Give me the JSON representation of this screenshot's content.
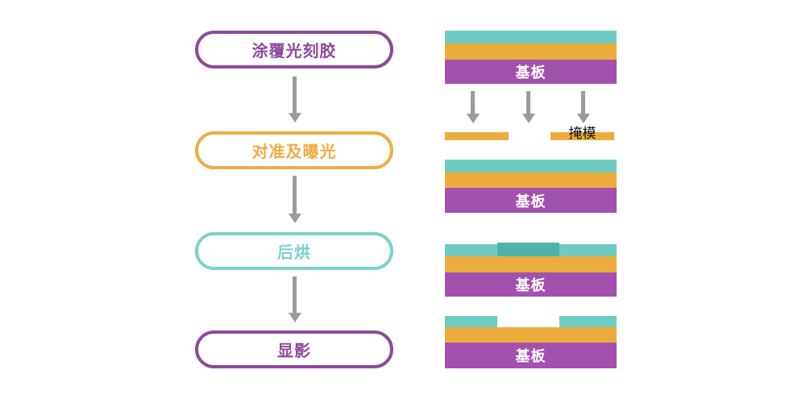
{
  "flowchart": {
    "steps": [
      {
        "label": "涂覆光刻胶",
        "color": "#8e4a9c"
      },
      {
        "label": "对准及曝光",
        "color": "#f0ac44"
      },
      {
        "label": "后烘",
        "color": "#7cd2c8"
      },
      {
        "label": "显影",
        "color": "#8e4a9c"
      }
    ]
  },
  "cross_sections": {
    "mask_label": "掩模",
    "stages": [
      {
        "substrate_label": "基板"
      },
      {
        "substrate_label": "基板"
      },
      {
        "substrate_label": "基板"
      },
      {
        "substrate_label": "基板"
      }
    ]
  },
  "colors": {
    "photoresist_teal": "#6fcbc2",
    "exposed_teal": "#4db5a9",
    "oxide_orange": "#ecac3d",
    "substrate_purple": "#a351af",
    "arrow_gray": "#9b9b9b",
    "step_purple": "#8e4a9c",
    "step_orange": "#f0ac44",
    "step_teal": "#7cd2c8",
    "mask_text": "#111111"
  }
}
